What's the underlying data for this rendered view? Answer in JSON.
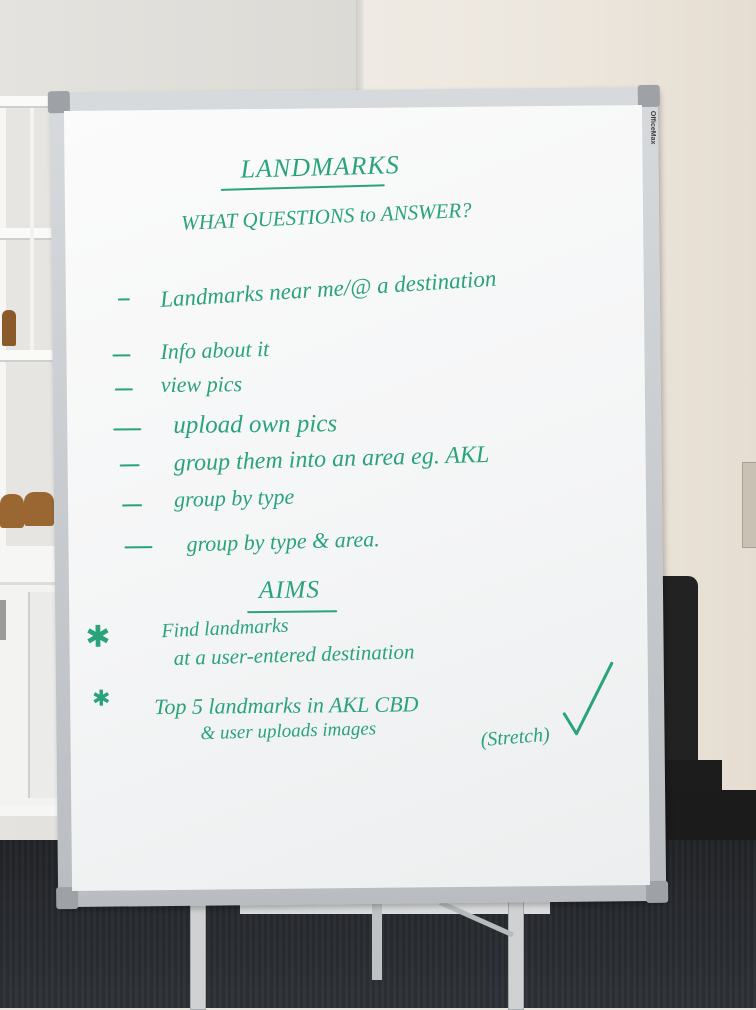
{
  "whiteboard": {
    "brand": "OfficeMax",
    "title": "LANDMARKS",
    "subtitle": "WHAT QUESTIONS to ANSWER?",
    "items": [
      "Landmarks near me/@ a destination",
      "Info about it",
      "view pics",
      "upload own pics",
      "group them into an area eg. AKL",
      "group by type",
      "group by type & area."
    ],
    "aims_title": "AIMS",
    "aims": [
      {
        "line1": "Find landmarks",
        "line2": "at a user-entered destination"
      },
      {
        "line1": "Top 5 landmarks in AKL CBD",
        "line2": "& user uploads images",
        "note": "(Stretch)"
      }
    ],
    "marker_color": "#2aa37b"
  }
}
